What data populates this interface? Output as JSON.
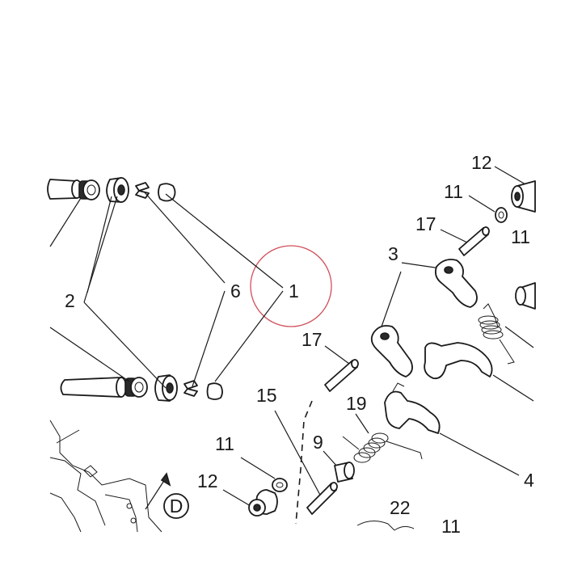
{
  "callouts": [
    {
      "id": "c12a",
      "text": "12"
    },
    {
      "id": "c11a",
      "text": "11"
    },
    {
      "id": "c11b",
      "text": "11"
    },
    {
      "id": "c17a",
      "text": "17"
    },
    {
      "id": "c3",
      "text": "3"
    },
    {
      "id": "c1",
      "text": "1"
    },
    {
      "id": "c2",
      "text": "2"
    },
    {
      "id": "c6",
      "text": "6"
    },
    {
      "id": "c17b",
      "text": "17"
    },
    {
      "id": "c15",
      "text": "15"
    },
    {
      "id": "c19",
      "text": "19"
    },
    {
      "id": "c9",
      "text": "9"
    },
    {
      "id": "c11c",
      "text": "11"
    },
    {
      "id": "c12b",
      "text": "12"
    },
    {
      "id": "c4",
      "text": "4"
    },
    {
      "id": "c22",
      "text": "22"
    },
    {
      "id": "c11d",
      "text": "11"
    }
  ],
  "view_marker": {
    "text": "D"
  },
  "highlight_color": "#d0505a",
  "ink_color": "#1a1a1a"
}
